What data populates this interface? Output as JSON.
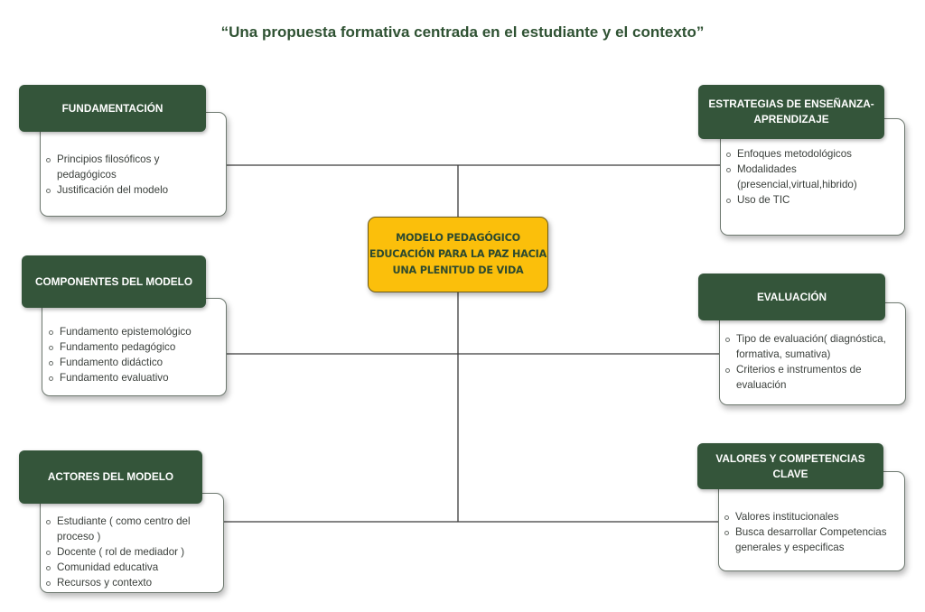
{
  "title": "“Una propuesta formativa centrada en el estudiante y el contexto”",
  "center_node": {
    "lines": [
      "MODELO PEDAGÓGICO",
      "EDUCACIÓN PARA LA PAZ HACIA",
      "UNA PLENITUD DE VIDA"
    ]
  },
  "left_nodes": [
    {
      "title": "FUNDAMENTACIÓN",
      "items": [
        "Principios filosóficos y pedagógicos",
        "Justificación del modelo"
      ]
    },
    {
      "title": "COMPONENTES DEL MODELO",
      "items": [
        "Fundamento epistemológico",
        "Fundamento pedagógico",
        "Fundamento didáctico",
        "Fundamento evaluativo"
      ]
    },
    {
      "title": "ACTORES DEL MODELO",
      "items": [
        "Estudiante ( como centro del proceso )",
        "Docente ( rol de mediador )",
        "Comunidad educativa",
        "Recursos y contexto"
      ]
    }
  ],
  "right_nodes": [
    {
      "title": "ESTRATEGIAS DE ENSEÑANZA-APRENDIZAJE",
      "items": [
        "Enfoques metodológicos",
        "Modalidades (presencial,virtual,hibrido)",
        "Uso de TIC"
      ]
    },
    {
      "title": "EVALUACIÓN",
      "items": [
        "Tipo de evaluación( diagnóstica, formativa, sumativa)",
        "Criterios e instrumentos de evaluación"
      ]
    },
    {
      "title": "VALORES Y COMPETENCIAS CLAVE",
      "items": [
        "Valores institucionales",
        "Busca desarrollar Competencias generales y especificas"
      ]
    }
  ],
  "colors": {
    "header_bg": "#34553a",
    "center_bg": "#fbbf0b",
    "title_text": "#2f5233"
  }
}
